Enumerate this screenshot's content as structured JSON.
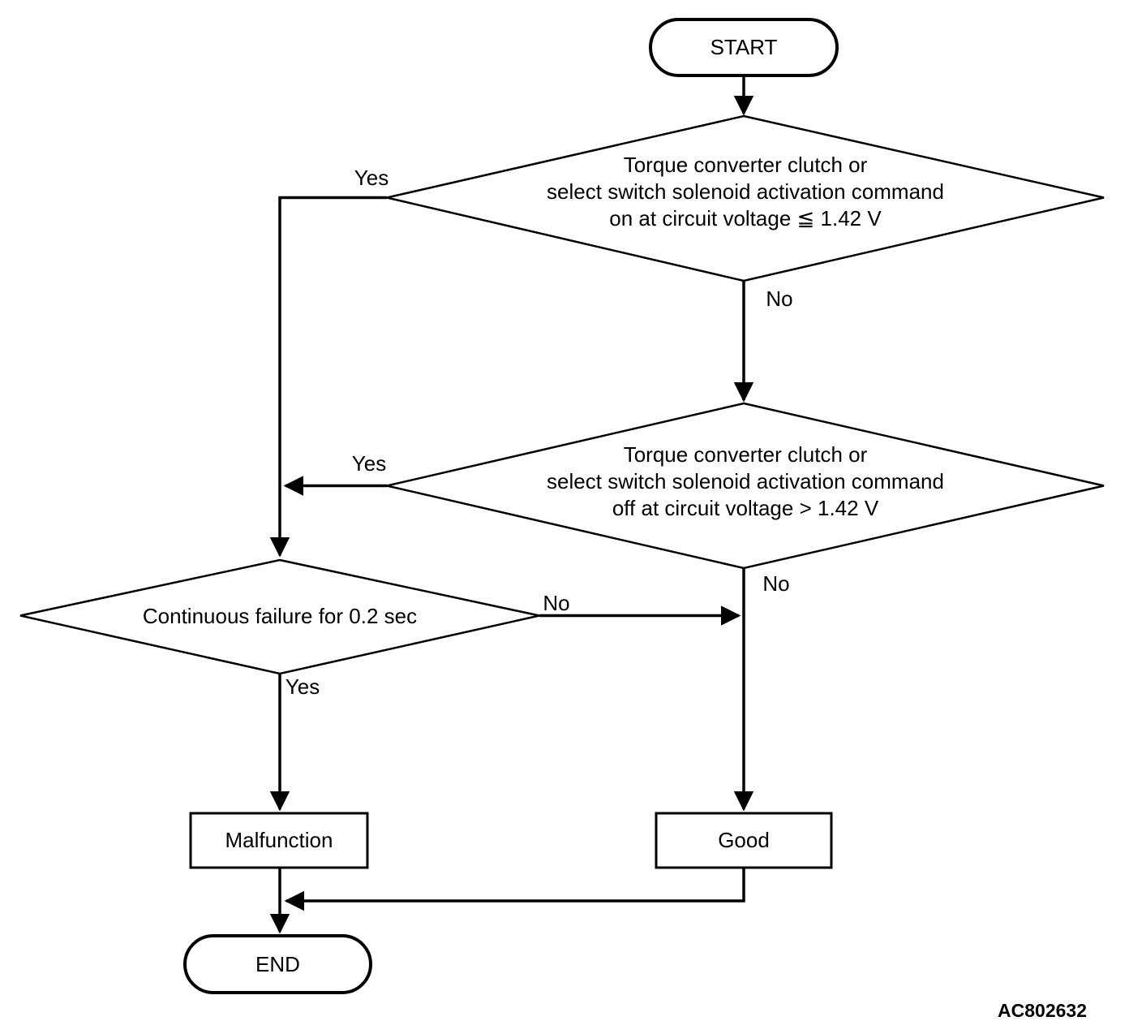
{
  "flowchart": {
    "caption_code": "AC802632",
    "colors": {
      "line": "#000000",
      "background": "#ffffff",
      "text": "#000000"
    },
    "nodes": {
      "start": {
        "type": "terminal",
        "label": "START"
      },
      "decision1": {
        "type": "decision",
        "label": "Torque converter clutch or\nselect switch solenoid activation command\non at circuit voltage ≦ 1.42 V"
      },
      "decision2": {
        "type": "decision",
        "label": "Torque converter clutch or\nselect switch solenoid activation command\noff at circuit voltage > 1.42 V"
      },
      "decision3": {
        "type": "decision",
        "label": "Continuous failure for 0.2 sec"
      },
      "malfunction": {
        "type": "process",
        "label": "Malfunction"
      },
      "good": {
        "type": "process",
        "label": "Good"
      },
      "end": {
        "type": "terminal",
        "label": "END"
      }
    },
    "edges": {
      "decision1_yes": {
        "label": "Yes",
        "to": "decision3"
      },
      "decision1_no": {
        "label": "No",
        "to": "decision2"
      },
      "decision2_yes": {
        "label": "Yes",
        "to": "decision3"
      },
      "decision2_no": {
        "label": "No",
        "to": "good"
      },
      "decision3_no": {
        "label": "No",
        "to": "good"
      },
      "decision3_yes": {
        "label": "Yes",
        "to": "malfunction"
      }
    }
  }
}
